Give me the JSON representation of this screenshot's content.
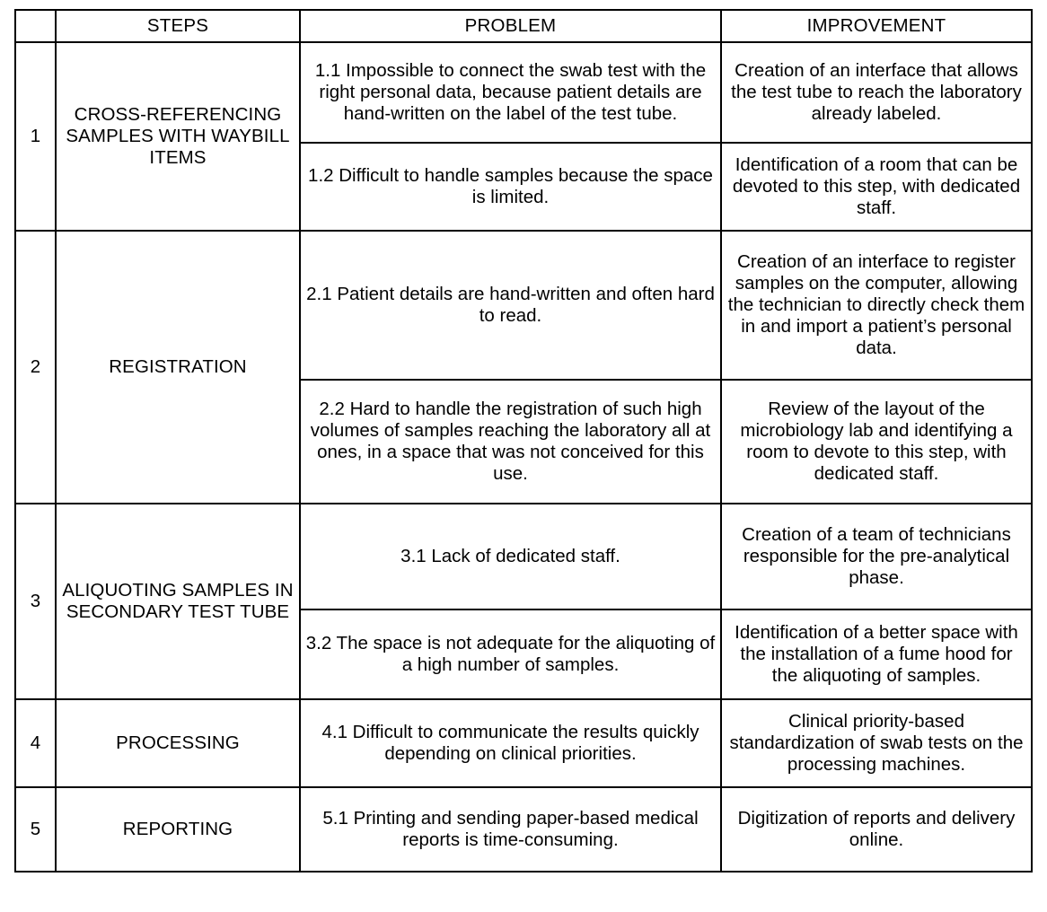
{
  "table": {
    "headers": {
      "index": "",
      "steps": "STEPS",
      "problem": "PROBLEM",
      "improvement": "IMPROVEMENT"
    },
    "rows": [
      {
        "number": "1",
        "step": "CROSS-REFERENCING SAMPLES WITH WAYBILL ITEMS",
        "items": [
          {
            "problem": "1.1 Impossible to connect the swab test with the right personal data, because patient details are hand-written on the label of the test tube.",
            "improvement": "Creation of an interface that allows the test tube to reach the laboratory already labeled."
          },
          {
            "problem": "1.2 Difficult to handle samples because the space is limited.",
            "improvement": "Identification of a room that can be devoted to this step, with dedicated staff."
          }
        ]
      },
      {
        "number": "2",
        "step": "REGISTRATION",
        "items": [
          {
            "problem": "2.1 Patient details are hand-written and often hard to read.",
            "improvement": "Creation of an interface to register samples on the computer, allowing the technician to directly check them in and import a patient’s personal data."
          },
          {
            "problem": "2.2 Hard to handle the registration of such high volumes of samples reaching the laboratory all at ones, in a space that was not conceived for this use.",
            "improvement": "Review of the layout of the microbiology lab and identifying a room to devote to this step, with dedicated staff."
          }
        ]
      },
      {
        "number": "3",
        "step": "ALIQUOTING SAMPLES IN SECONDARY TEST TUBE",
        "items": [
          {
            "problem": "3.1 Lack of dedicated staff.",
            "improvement": "Creation of a team of technicians responsible for the pre-analytical phase."
          },
          {
            "problem": "3.2 The space is not adequate for the aliquoting of a high number of samples.",
            "improvement": "Identification of a better space with the installation of a fume hood for the aliquoting of samples."
          }
        ]
      },
      {
        "number": "4",
        "step": "PROCESSING",
        "items": [
          {
            "problem": "4.1 Difficult to communicate the results quickly depending on clinical priorities.",
            "improvement": "Clinical priority-based standardization of swab tests on the processing machines."
          }
        ]
      },
      {
        "number": "5",
        "step": "REPORTING",
        "items": [
          {
            "problem": "5.1 Printing and sending paper-based medical reports is time-consuming.",
            "improvement": "Digitization of reports and delivery online."
          }
        ]
      }
    ]
  },
  "colors": {
    "border": "#000000",
    "text": "#000000",
    "background": "#ffffff"
  }
}
